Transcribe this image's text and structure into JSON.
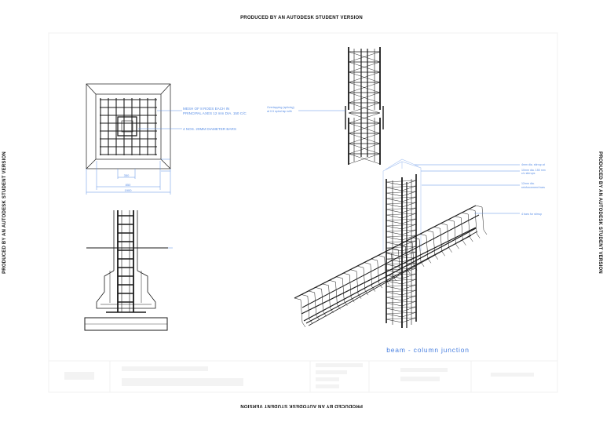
{
  "watermark": "PRODUCED BY AN AUTODESK STUDENT VERSION",
  "footing_plan": {
    "mesh_label_line1": "MESH OF 8 RODS EACH IN",
    "mesh_label_line2": "PRINCIPAL AXES 12 mm DIA. 150 C/C",
    "bars_label": "4 NOS. 20MM DIAMETER BARS",
    "dim_inner": "350",
    "dim_middle": "850",
    "dim_outer": "1900"
  },
  "column_elevation": {
    "label_line1": "Overlapping (splicing)",
    "label_line2": "at 0.5 spiral lap with"
  },
  "junction": {
    "label_1": "4mm dia. stirrup at",
    "label_2_line1": "10mm dia. 150 mm",
    "label_2_line2": "c/c stirrups",
    "label_3_line1": "12mm dia.",
    "label_3_line2": "reinforcement bars",
    "label_4": "4 bars for stirrup",
    "caption": "beam - column junction"
  },
  "colors": {
    "line": "#1a1a1a",
    "annotation": "#5b8fe6",
    "caption": "#4a80e0",
    "faint": "#e6e6e6"
  }
}
